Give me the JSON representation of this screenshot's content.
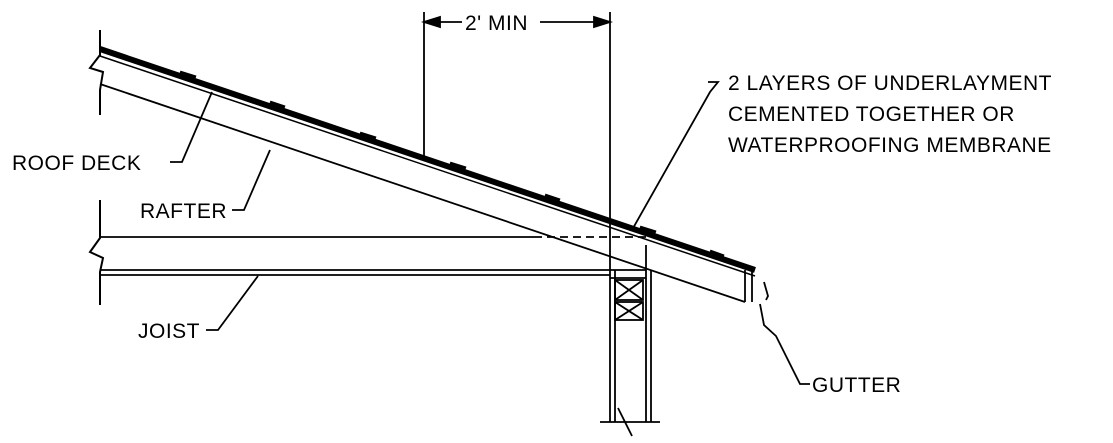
{
  "labels": {
    "dimension": "2' MIN",
    "underlayment_line1": "2 LAYERS OF UNDERLAYMENT",
    "underlayment_line2": "CEMENTED TOGETHER OR",
    "underlayment_line3": "WATERPROOFING MEMBRANE",
    "roof_deck": "ROOF DECK",
    "rafter": "RAFTER",
    "joist": "JOIST",
    "gutter": "GUTTER"
  }
}
